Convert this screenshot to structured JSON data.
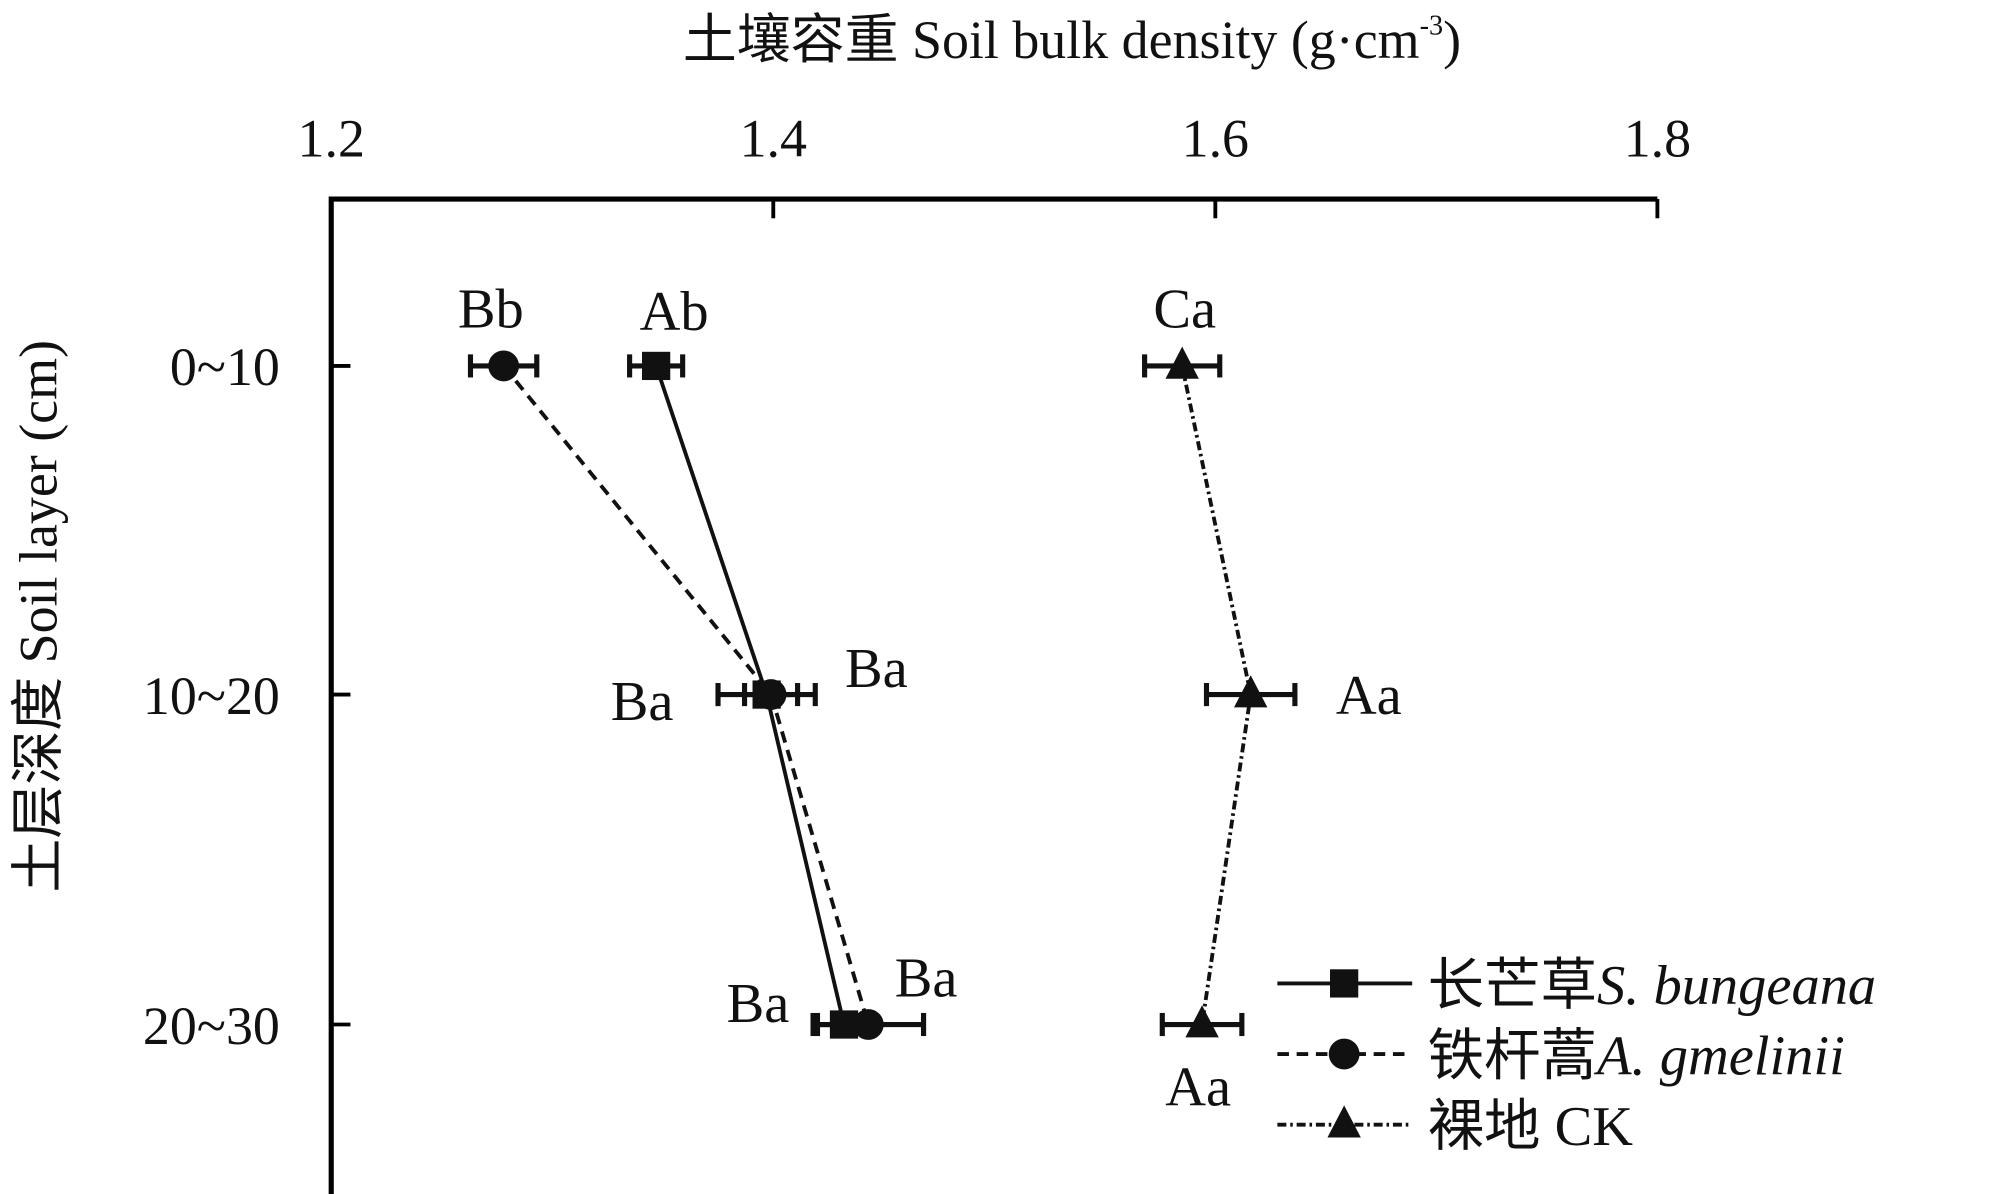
{
  "chart_data": {
    "type": "line",
    "orientation": "horizontal-values-vertical-categories",
    "title": "",
    "xlabel": "土壤容重 Soil bulk density (g·cm",
    "xlabel_sup": "-3",
    "xlabel_end": ")",
    "ylabel": "土层深度 Soil layer (cm)",
    "xlim": [
      1.2,
      1.8
    ],
    "xticks": [
      "1.2",
      "1.4",
      "1.6",
      "1.8"
    ],
    "xtick_values": [
      1.2,
      1.4,
      1.6,
      1.8
    ],
    "categories": [
      "0~10",
      "10~20",
      "20~30"
    ],
    "grid": false,
    "legend_position": "bottom-right",
    "series": [
      {
        "name_cn": "长芒草",
        "name_latin": "S. bungeana",
        "marker": "square",
        "dash": "solid",
        "values": [
          1.347,
          1.397,
          1.432
        ],
        "errors": [
          0.012,
          0.022,
          0.012
        ],
        "labels": [
          "Ab",
          "Ba",
          "Ba"
        ]
      },
      {
        "name_cn": "铁杆蒿",
        "name_latin": "A. gmelinii",
        "marker": "circle",
        "dash": "dashed",
        "values": [
          1.278,
          1.399,
          1.443
        ],
        "errors": [
          0.015,
          0.012,
          0.025
        ],
        "labels": [
          "Bb",
          "Ba",
          "Ba"
        ]
      },
      {
        "name_cn": "裸地",
        "name_latin": "CK",
        "marker": "triangle",
        "dash": "dashdot",
        "values": [
          1.585,
          1.616,
          1.594
        ],
        "errors": [
          0.017,
          0.02,
          0.018
        ],
        "labels": [
          "Ca",
          "Aa",
          "Aa"
        ]
      }
    ]
  }
}
